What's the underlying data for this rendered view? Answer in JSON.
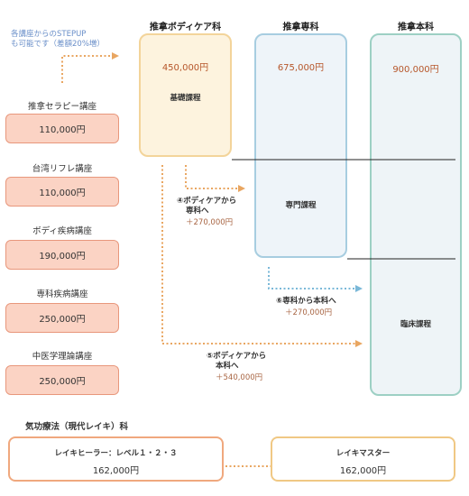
{
  "note": {
    "line1": "各講座からのSTEPUP",
    "line2": "も可能です（差額20%増）"
  },
  "columns": [
    {
      "header": "推拿ボディケア科",
      "price": "450,000円",
      "course": "基礎課程"
    },
    {
      "header": "推拿専科",
      "price": "675,000円",
      "course": "専門課程"
    },
    {
      "header": "推拿本科",
      "price": "900,000円",
      "course": "臨床課程"
    }
  ],
  "courses": [
    {
      "name": "推拿セラピー講座",
      "price": "110,000円"
    },
    {
      "name": "台湾リフレ講座",
      "price": "110,000円"
    },
    {
      "name": "ボディ疾病講座",
      "price": "190,000円"
    },
    {
      "name": "専科疾病講座",
      "price": "250,000円"
    },
    {
      "name": "中医学理論講座",
      "price": "250,000円"
    }
  ],
  "upgrades": [
    {
      "line1": "④ボディケアから",
      "line2": "専科へ",
      "add": "＋270,000円"
    },
    {
      "line1": "⑥専科から本科へ",
      "add": "＋270,000円"
    },
    {
      "line1": "⑤ボディケアから",
      "line2": "本科へ",
      "add": "＋540,000円"
    }
  ],
  "reiki": {
    "title": "気功療法（現代レイキ）科",
    "levels": [
      {
        "name": "レイキヒーラー：レベル１・２・３",
        "price": "162,000円"
      },
      {
        "name": "レイキマスター",
        "price": "162,000円"
      }
    ]
  },
  "colors": {
    "course_box_fill": "#fbd3c4",
    "course_box_border": "#e8977c",
    "arrow": "#e9a661",
    "arrow_blue": "#7ab8d8",
    "note_text": "#6a8fc9",
    "column_price": "#b6562a"
  }
}
